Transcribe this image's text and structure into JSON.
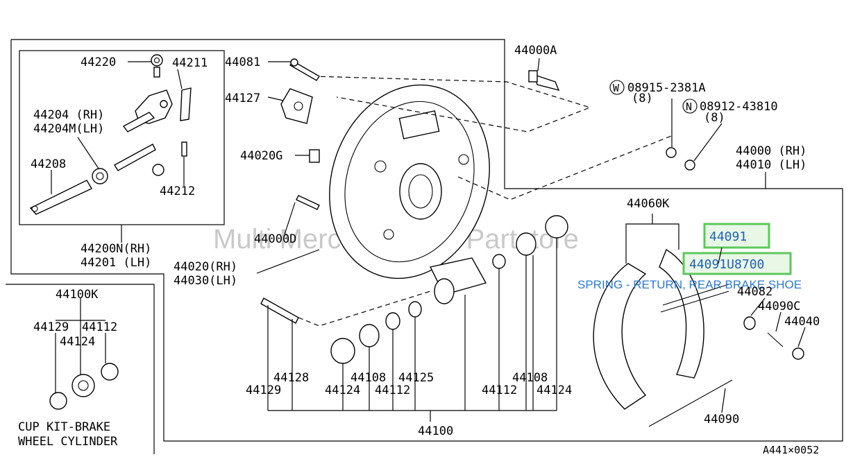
{
  "watermark": "Multi Merchant Auto Partstore",
  "figure_code": "A441×0052",
  "highlight": {
    "part_number": "44091",
    "oem_code": "44091U8700",
    "description": "SPRING - RETURN, REAR BRAKE SHOE"
  },
  "kit_caption": {
    "line1": "CUP KIT-BRAKE",
    "line2": "WHEEL CYLINDER"
  },
  "labels": {
    "l44220": "44220",
    "l44211": "44211",
    "l44204rh": "44204 (RH)",
    "l44204lh": "44204M(LH)",
    "l44208": "44208",
    "l44212": "44212",
    "l44200rh": "44200N(RH)",
    "l44201lh": "44201 (LH)",
    "l44081": "44081",
    "l44127": "44127",
    "l44020g": "44020G",
    "l44000d": "44000D",
    "l44020rh": "44020(RH)",
    "l44030lh": "44030(LH)",
    "l44000a": "44000A",
    "lw08915": "08915-2381A",
    "lw08915q": "(8)",
    "ln08912": "08912-43810",
    "ln08912q": "(8)",
    "w_mark": "W",
    "n_mark": "N",
    "l44000rh": "44000 (RH)",
    "l44010lh": "44010 (LH)",
    "l44060k": "44060K",
    "l44082": "44082",
    "l44090c": "44090C",
    "l44040": "44040",
    "l44090": "44090",
    "l44100k": "44100K",
    "l44129a": "44129",
    "l44112a": "44112",
    "l44124a": "44124",
    "l44128": "44128",
    "l44129b": "44129",
    "l44108a": "44108",
    "l44125": "44125",
    "l44124b": "44124",
    "l44112b": "44112",
    "l44108b": "44108",
    "l44112c": "44112",
    "l44124c": "44124",
    "l44100": "44100"
  }
}
